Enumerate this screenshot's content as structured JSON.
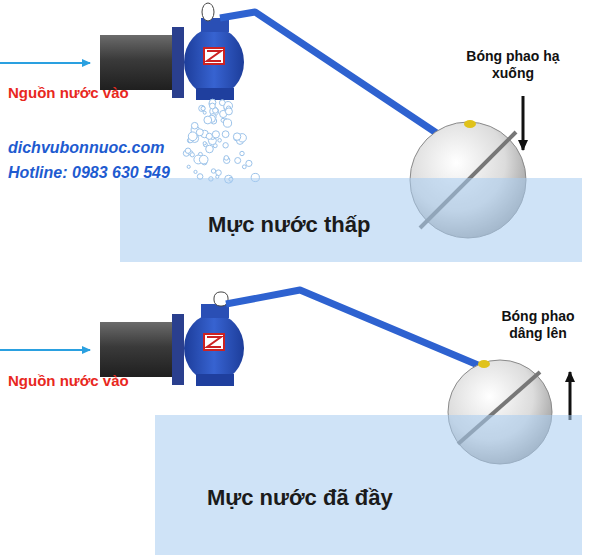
{
  "diagram": {
    "nodes": [
      {
        "text": [
          "Mực nước thấp"
        ]
      },
      {
        "text": [
          "Mực nước đã đầy"
        ]
      }
    ],
    "labels": [
      "Nguồn nước vào",
      "Bóng phao hạ xuống",
      "dichvubonnuoc.com",
      "Hotline: 0983 630 549",
      "Bóng phao dâng lên",
      "Nguồn nước vào"
    ]
  }
}
